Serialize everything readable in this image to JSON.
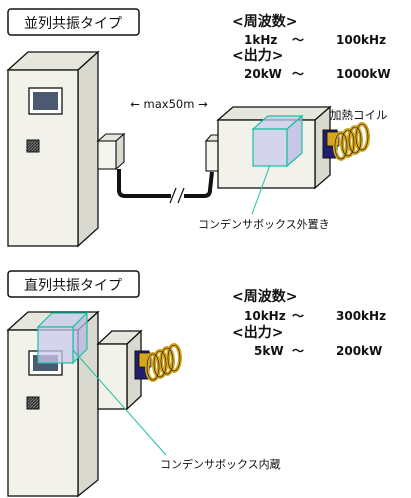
{
  "parallel": {
    "title": "並列共振タイプ",
    "freq_heading": "<周波数>",
    "freq_min": "1kHz",
    "freq_sep": "～",
    "freq_max": "100kHz",
    "power_heading": "<出力>",
    "power_min": "20kW",
    "power_sep": "～",
    "power_max": "1000kW",
    "distance_label": "← max50m →",
    "coil_label": "加熱コイル",
    "capacitor_label": "コンデンサボックス外置き"
  },
  "series": {
    "title": "直列共振タイプ",
    "freq_heading": "<周波数>",
    "freq_min": "10kHz",
    "freq_sep": "～",
    "freq_max": "300kHz",
    "power_heading": "<出力>",
    "power_min": "5kW",
    "power_sep": "～",
    "power_max": "200kW",
    "capacitor_label": "コンデンサボックス内蔵"
  },
  "colors": {
    "cabinet": "#f2f2ea",
    "outline": "#111111",
    "capacitor_fill": "#c9c9ee",
    "capacitor_edge": "#19c1a3",
    "coil": "#d6a61e",
    "panel": "#4b5a70"
  }
}
